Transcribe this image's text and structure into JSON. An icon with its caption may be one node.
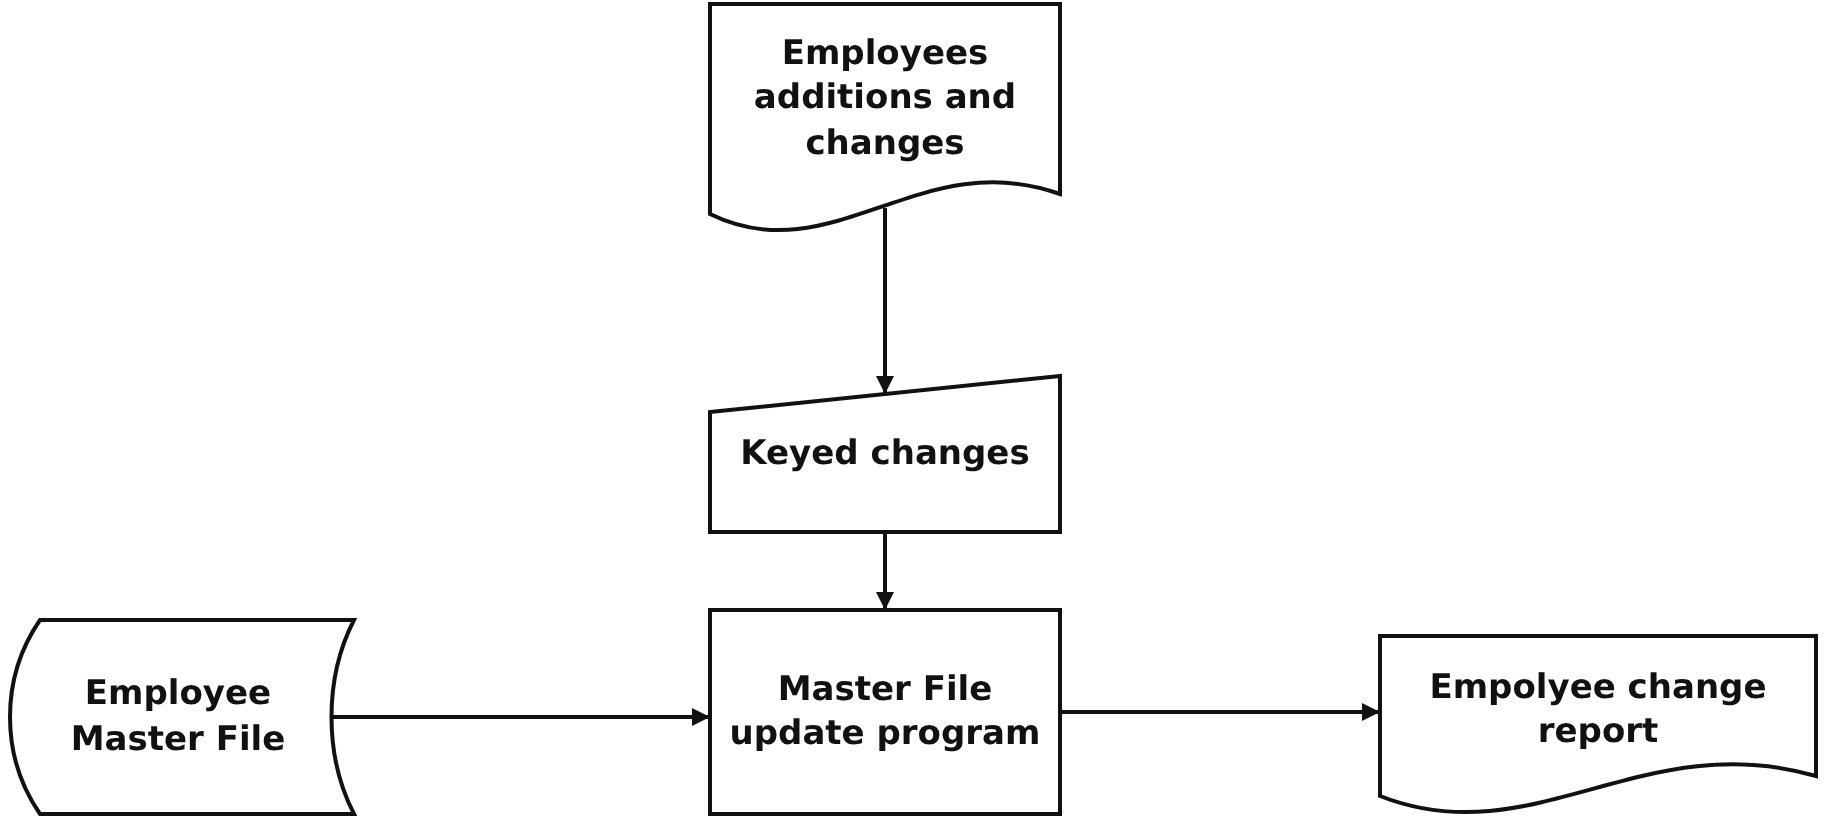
{
  "diagram": {
    "nodes": [
      {
        "text": [
          "Employees additions and changes"
        ]
      },
      {
        "text": [
          "Keyed changes"
        ]
      },
      {
        "text": [
          "Master File update program"
        ]
      },
      {
        "text": [
          "Employee Master File"
        ]
      },
      {
        "text": [
          "Empolyee change report"
        ]
      }
    ],
    "edges": [
      {
        "from": 0,
        "to": 1,
        "arrow": "to"
      },
      {
        "from": 1,
        "to": 2,
        "arrow": "to"
      },
      {
        "from": 3,
        "to": 2,
        "arrow": "to"
      },
      {
        "from": 2,
        "to": 4,
        "arrow": "to"
      }
    ]
  }
}
